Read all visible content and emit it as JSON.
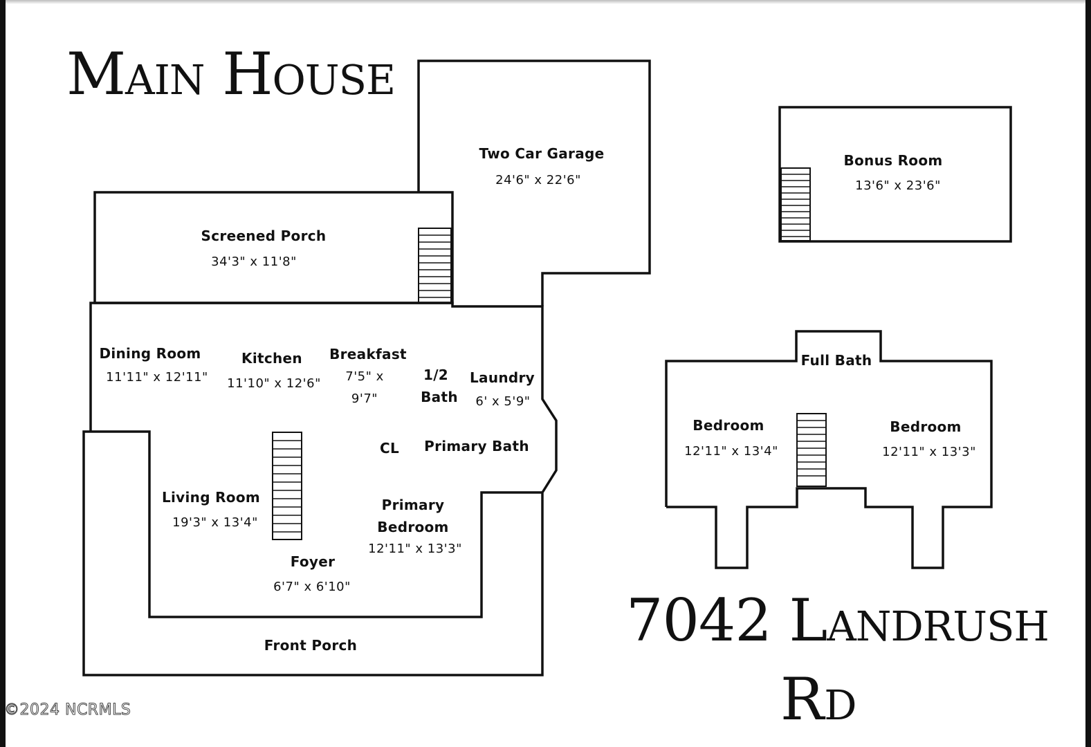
{
  "title": "Main House",
  "address": {
    "line1": "7042 Landrush",
    "line2": "Rd"
  },
  "copyright": "©2024 NCRMLS",
  "colors": {
    "line": "#111111",
    "background": "#ffffff"
  },
  "rooms": {
    "garage": {
      "name": "Two Car Garage",
      "dim": "24'6\" x 22'6\""
    },
    "screened_porch": {
      "name": "Screened Porch",
      "dim": "34'3\" x 11'8\""
    },
    "dining": {
      "name": "Dining Room",
      "dim": "11'11\" x 12'11\""
    },
    "kitchen": {
      "name": "Kitchen",
      "dim": "11'10\" x 12'6\""
    },
    "breakfast": {
      "name": "Breakfast",
      "dim_line1": "7'5\" x",
      "dim_line2": "9'7\""
    },
    "half_bath": {
      "line1": "1/2",
      "line2": "Bath"
    },
    "laundry": {
      "name": "Laundry",
      "dim": "6' x 5'9\""
    },
    "closet": {
      "name": "CL"
    },
    "primary_bath": {
      "name": "Primary Bath"
    },
    "living": {
      "name": "Living Room",
      "dim": "19'3\" x 13'4\""
    },
    "primary_bedroom": {
      "line1": "Primary",
      "line2": "Bedroom",
      "dim": "12'11\" x 13'3\""
    },
    "foyer": {
      "name": "Foyer",
      "dim": "6'7\" x 6'10\""
    },
    "front_porch": {
      "name": "Front Porch"
    },
    "bonus": {
      "name": "Bonus Room",
      "dim": "13'6\" x 23'6\""
    },
    "full_bath": {
      "name": "Full Bath"
    },
    "bedroom_left": {
      "name": "Bedroom",
      "dim": "12'11\" x 13'4\""
    },
    "bedroom_right": {
      "name": "Bedroom",
      "dim": "12'11\" x 13'3\""
    }
  }
}
